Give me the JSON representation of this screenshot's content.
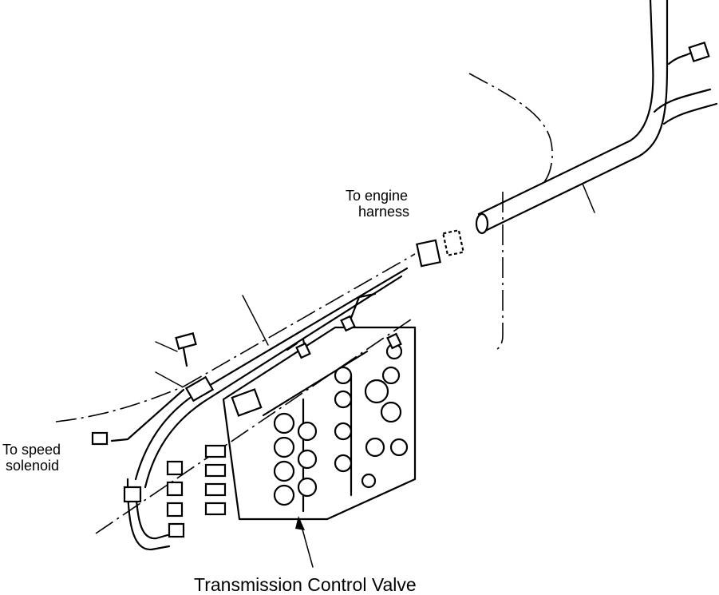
{
  "labels": {
    "engine_harness_line1": "To engine",
    "engine_harness_line2": "harness",
    "speed_solenoid_line1": "To speed",
    "speed_solenoid_line2": "solenoid",
    "transmission_control_valve": "Transmission Control Valve"
  }
}
